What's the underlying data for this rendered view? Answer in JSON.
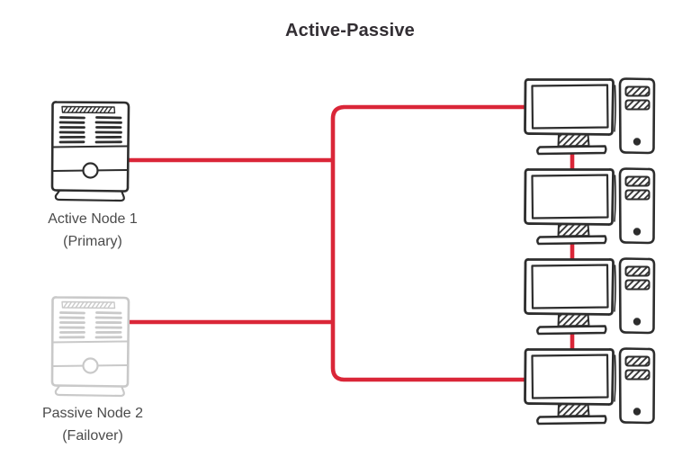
{
  "title": "Active-Passive",
  "colors": {
    "connection_red": "#da2638",
    "ink_dark": "#2d2d2d",
    "ink_faded": "#c9c9c9",
    "label_text": "#4b4b4b",
    "title_text": "#322e33",
    "background": "#ffffff"
  },
  "nodes": [
    {
      "label": "Active Node 1",
      "sublabel": "(Primary)",
      "state": "active",
      "icon": "server-icon"
    },
    {
      "label": "Passive Node 2",
      "sublabel": "(Failover)",
      "state": "passive",
      "icon": "server-icon"
    }
  ],
  "clients": [
    {
      "icon": "workstation-icon"
    },
    {
      "icon": "workstation-icon"
    },
    {
      "icon": "workstation-icon"
    },
    {
      "icon": "workstation-icon"
    }
  ]
}
